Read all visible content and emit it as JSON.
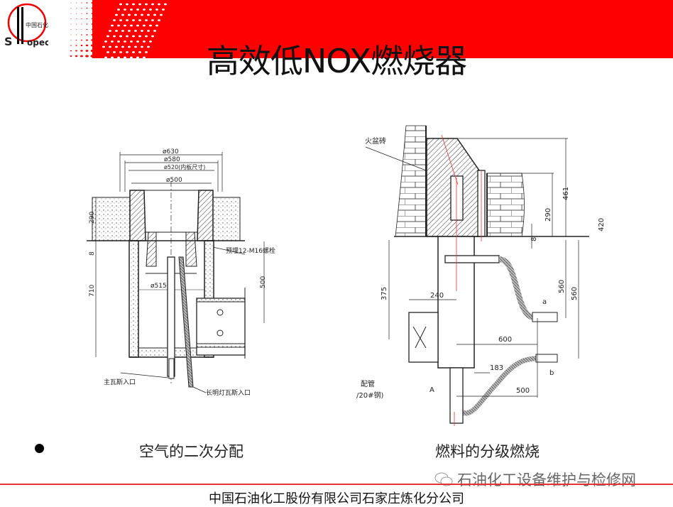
{
  "header": {
    "title": "高效低NOX燃烧器",
    "logo_text": "SINOPEC 中国石化",
    "band_color": "#ff0000"
  },
  "left_drawing": {
    "dims": {
      "d630": "ø630",
      "d580": "ø580",
      "d520": "ø520(内板尺寸)",
      "d500": "ø500",
      "d515": "ø515",
      "h290": "290",
      "h8": "8",
      "h710": "710",
      "h500": "500"
    },
    "labels": {
      "bolts": "预埋12-M16螺栓",
      "main_gas": "主瓦斯入口",
      "pilot_gas": "长明灯瓦斯入口"
    },
    "caption": "空气的二次分配"
  },
  "right_drawing": {
    "dims": {
      "h461": "461",
      "h290": "290",
      "h420": "420",
      "h8": "8",
      "h375": "375",
      "h560a": "560",
      "h560b": "560",
      "w240": "240",
      "w600": "600",
      "w183": "183",
      "w500": "500"
    },
    "labels": {
      "brick": "火盆砖",
      "a": "a",
      "b": "b",
      "A": "A",
      "pipe1": "配管",
      "pipe2": "/20#钢)"
    },
    "caption": "燃料的分级燃烧"
  },
  "watermark": "石油化工设备维护与检修网",
  "footer": "中国石油化工股份有限公司石家庄炼化分公司",
  "colors": {
    "accent_red": "#ff0000",
    "footer_line": "#e83030"
  }
}
